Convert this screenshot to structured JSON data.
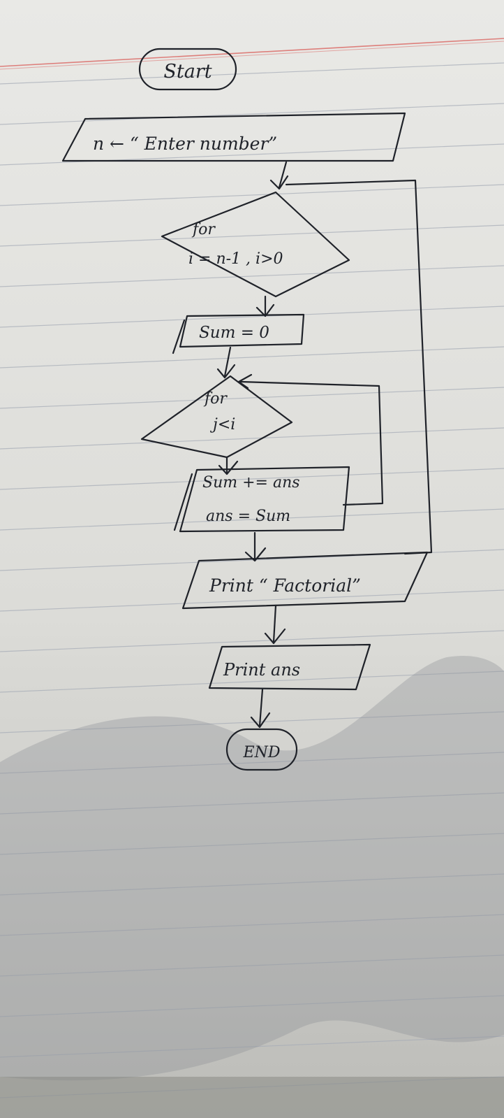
{
  "flowchart": {
    "start": "Start",
    "input": "n ←   “ Enter  number”",
    "outer_loop_keyword": "for",
    "outer_loop_condition": "i = n-1 , i>0",
    "init": "Sum = 0",
    "inner_loop_keyword": "for",
    "inner_loop_condition": "j<i",
    "body_line1": "Sum += ans",
    "body_line2": "ans = Sum",
    "print_label": "Print “ Factorial”",
    "print_ans": "Print  ans",
    "end": "END"
  },
  "colors": {
    "paper": "#e4e4e1",
    "ink": "#1f2229",
    "ruled_line": "#a5abb6",
    "margin_line": "#d9534f"
  }
}
